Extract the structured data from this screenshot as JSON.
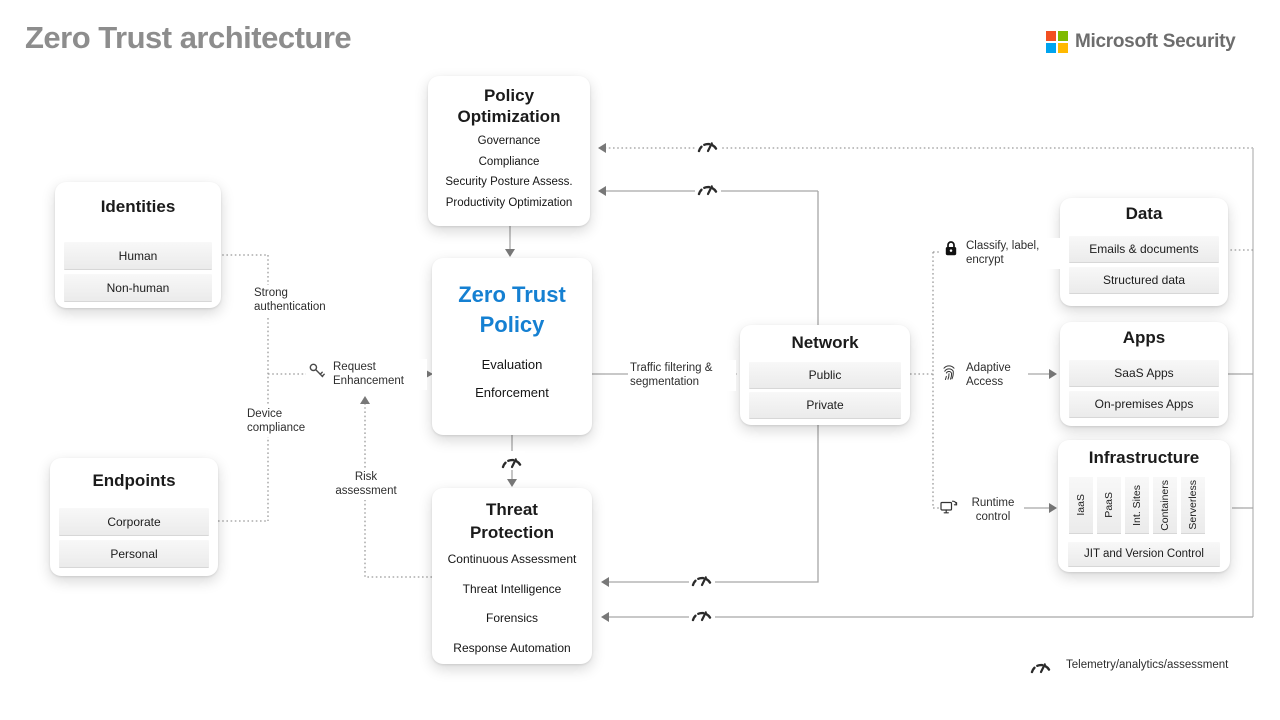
{
  "page": {
    "title": "Zero Trust architecture"
  },
  "brand": {
    "name": "Microsoft Security",
    "logo_colors": {
      "top_left": "#f25022",
      "top_right": "#7fba00",
      "bottom_left": "#00a4ef",
      "bottom_right": "#ffb900"
    }
  },
  "colors": {
    "accent_blue": "#1580d2",
    "title_gray": "#8d8d8d",
    "line_gray": "#a6a6a6"
  },
  "boxes": {
    "identities": {
      "title": "Identities",
      "items": [
        "Human",
        "Non-human"
      ]
    },
    "endpoints": {
      "title": "Endpoints",
      "items": [
        "Corporate",
        "Personal"
      ]
    },
    "policy_optimization": {
      "title": "Policy Optimization",
      "items": [
        "Governance",
        "Compliance",
        "Security Posture Assess.",
        "Productivity Optimization"
      ]
    },
    "zero_trust_policy": {
      "title": "Zero Trust Policy",
      "items": [
        "Evaluation",
        "Enforcement"
      ]
    },
    "threat_protection": {
      "title": "Threat Protection",
      "items": [
        "Continuous Assessment",
        "Threat Intelligence",
        "Forensics",
        "Response Automation"
      ]
    },
    "network": {
      "title": "Network",
      "items": [
        "Public",
        "Private"
      ]
    },
    "data": {
      "title": "Data",
      "items": [
        "Emails & documents",
        "Structured data"
      ]
    },
    "apps": {
      "title": "Apps",
      "items": [
        "SaaS Apps",
        "On-premises Apps"
      ]
    },
    "infrastructure": {
      "title": "Infrastructure",
      "columns": [
        "IaaS",
        "PaaS",
        "Int. Sites",
        "Containers",
        "Serverless"
      ],
      "footer": "JIT and Version Control"
    }
  },
  "flow_labels": {
    "strong_authentication": "Strong authentication",
    "device_compliance": "Device compliance",
    "request_enhancement": "Request Enhancement",
    "risk_assessment": "Risk assessment",
    "traffic_filtering": "Traffic filtering & segmentation",
    "classify_label_encrypt": "Classify, label, encrypt",
    "adaptive_access": "Adaptive Access",
    "runtime_control": "Runtime control"
  },
  "legend": {
    "telemetry": "Telemetry/analytics/assessment"
  },
  "icons": [
    "key-icon",
    "lock-icon",
    "fingerprint-icon",
    "runtime-devices-icon",
    "telemetry-gauge-icon",
    "microsoft-logo"
  ]
}
